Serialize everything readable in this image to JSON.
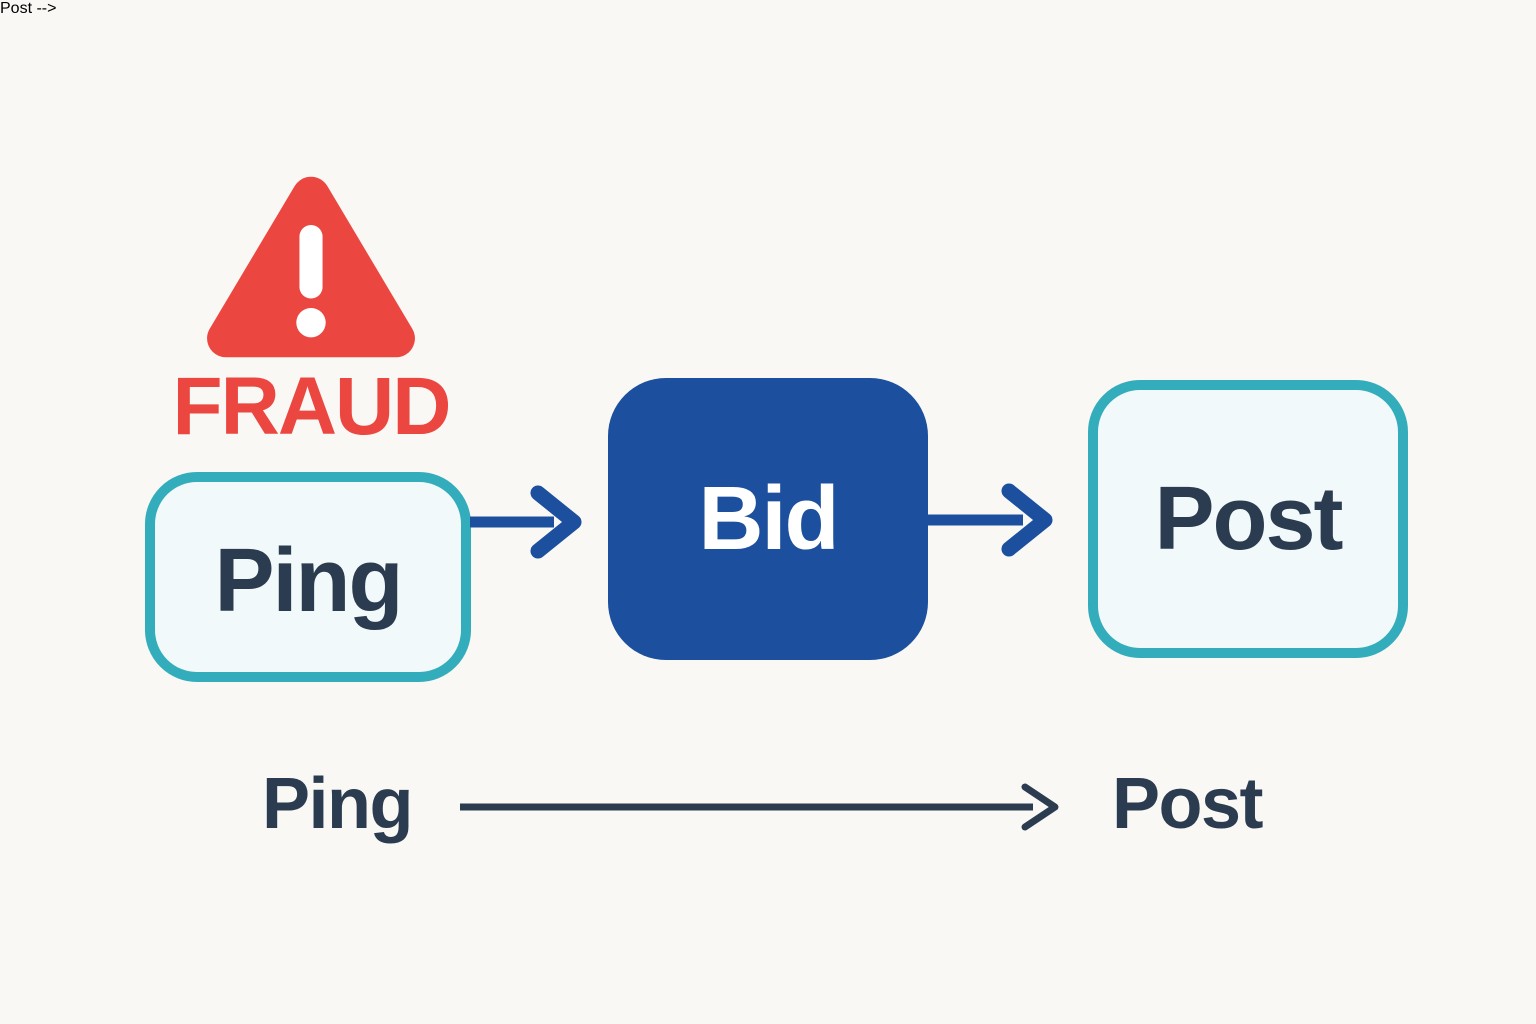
{
  "colors": {
    "background": "#FAF8F5",
    "alert_red": "#EB4740",
    "teal_border": "#33ADBC",
    "node_fill": "#F2F9FA",
    "primary_blue": "#1C4F9E",
    "text_navy": "#2C3C50"
  },
  "fraud": {
    "label": "FRAUD",
    "icon": "warning-triangle-icon"
  },
  "flow": {
    "nodes": [
      {
        "label": "Ping",
        "variant": "outlined"
      },
      {
        "label": "Bid",
        "variant": "filled"
      },
      {
        "label": "Post",
        "variant": "outlined"
      }
    ],
    "arrows": [
      {
        "from": "Ping",
        "to": "Bid"
      },
      {
        "from": "Bid",
        "to": "Post"
      }
    ]
  },
  "summary_flow": {
    "from_label": "Ping",
    "to_label": "Post"
  }
}
